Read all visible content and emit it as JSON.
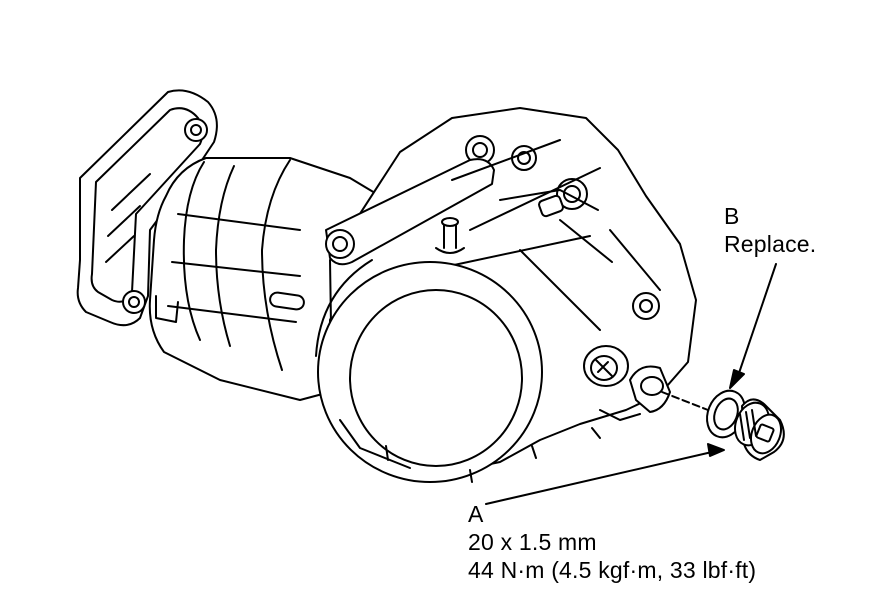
{
  "callouts": {
    "b": {
      "letter": "B",
      "note": "Replace."
    },
    "a": {
      "letter": "A",
      "size": "20 x 1.5 mm",
      "torque": "44 N·m (4.5 kgf·m, 33 lbf·ft)"
    }
  },
  "colors": {
    "line": "#000000",
    "background": "#ffffff"
  }
}
